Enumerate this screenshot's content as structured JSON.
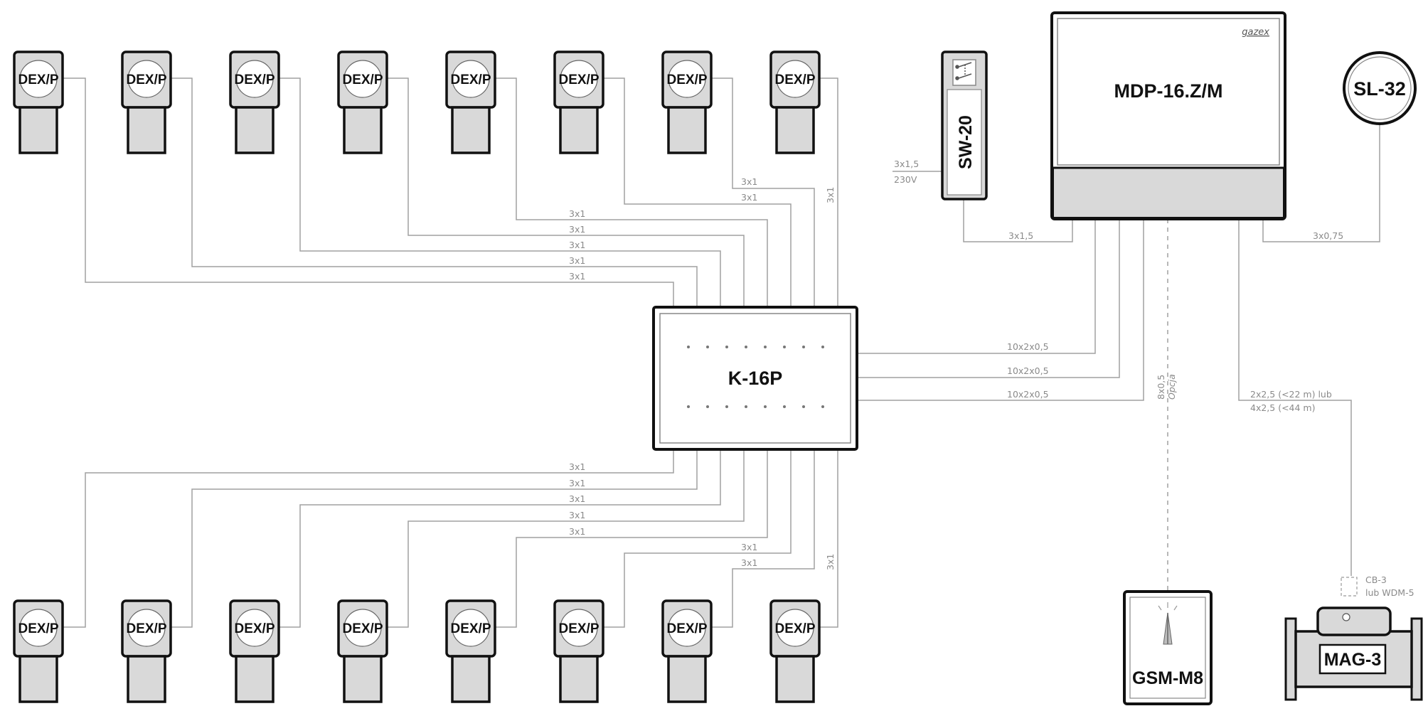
{
  "detectors": {
    "top": [
      "DEX/P",
      "DEX/P",
      "DEX/P",
      "DEX/P",
      "DEX/P",
      "DEX/P",
      "DEX/P",
      "DEX/P"
    ],
    "bottom": [
      "DEX/P",
      "DEX/P",
      "DEX/P",
      "DEX/P",
      "DEX/P",
      "DEX/P",
      "DEX/P",
      "DEX/P"
    ]
  },
  "devices": {
    "hub": "K-16P",
    "controller": "MDP-16.Z/M",
    "controller_brand": "gazex",
    "switch": "SW-20",
    "siren": "SL-32",
    "gsm": "GSM-M8",
    "valve": "MAG-3"
  },
  "cables": {
    "detector": "3x1",
    "power_in": "3x1,5",
    "power_voltage": "230V",
    "switch_to_controller": "3x1,5",
    "siren": "3x0,75",
    "bus": [
      "10x2x0,5",
      "10x2x0,5",
      "10x2x0,5"
    ],
    "gsm_cable": "8x0,5",
    "gsm_option": "Opcja",
    "valve_cable_1": "2x2,5 (<22 m) lub",
    "valve_cable_2": "4x2,5 (<44 m)",
    "valve_accessory_1": "CB-3",
    "valve_accessory_2": "lub WDM-5"
  }
}
